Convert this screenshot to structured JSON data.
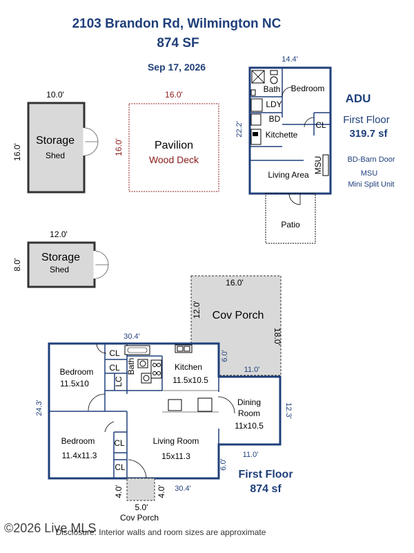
{
  "header": {
    "address": "2103 Brandon Rd, Wilmington NC",
    "total_sf": "874 SF",
    "date": "Sep 17, 2026"
  },
  "storage_shed_1": {
    "name1": "Storage",
    "name2": "Shed",
    "width": "10.0'",
    "depth": "16.0'"
  },
  "storage_shed_2": {
    "name1": "Storage",
    "name2": "Shed",
    "width": "12.0'",
    "depth": "8.0'"
  },
  "pavilion": {
    "name": "Pavilion",
    "sub": "Wood Deck",
    "width": "16.0'",
    "depth": "16.0'"
  },
  "adu": {
    "title": "ADU",
    "floor": "First Floor",
    "sf": "319.7 sf",
    "width": "14.4'",
    "depth": "22.2'",
    "rooms": {
      "bath": "Bath",
      "bedroom": "Bedroom",
      "laundry": "LDY",
      "barn_door": "BD",
      "kitchette": "Kitchette",
      "closet": "CL",
      "living": "Living Area",
      "msu": "MSU"
    },
    "patio": "Patio"
  },
  "legend": {
    "bd": "BD-Barn Door",
    "msu": "MSU",
    "msu_full": "Mini Split Unit"
  },
  "main_house": {
    "cov_porch": {
      "name": "Cov Porch",
      "width": "16.0'",
      "left": "12.0'",
      "right": "18.0'"
    },
    "top_width": "30.4'",
    "bottom_width": "30.4'",
    "left_depth": "24.3'",
    "right_depth": "12.3'",
    "notch_top_depth": "6.0'",
    "notch_bottom_depth": "6.0'",
    "notch_top_width": "11.0'",
    "notch_bottom_width": "11.0'",
    "rooms": {
      "bedroom1": {
        "name": "Bedroom",
        "size": "11.5x10"
      },
      "bedroom2": {
        "name": "Bedroom",
        "size": "11.4x11.3"
      },
      "kitchen": {
        "name": "Kitchen",
        "size": "11.5x10.5"
      },
      "dining": {
        "name1": "Dining",
        "name2": "Room",
        "size": "11x10.5"
      },
      "living": {
        "name": "Living Room",
        "size": "15x11.3"
      },
      "bath": "Bath",
      "cl": "CL",
      "lc": "LC"
    },
    "floor": "First Floor",
    "sf": "874 sf",
    "front_porch": {
      "name": "Cov Porch",
      "width": "5.0'",
      "left_depth": "4.0'",
      "right_depth": "4.0'"
    }
  },
  "footer": {
    "copyright": "©2026 Live MLS",
    "disclosure": "Disclosure: Interior walls and room sizes are approximate"
  },
  "colors": {
    "navy": "#1f3f7a",
    "shed_gray": "#d9d9d9",
    "deck_red": "#8b1a1a"
  }
}
